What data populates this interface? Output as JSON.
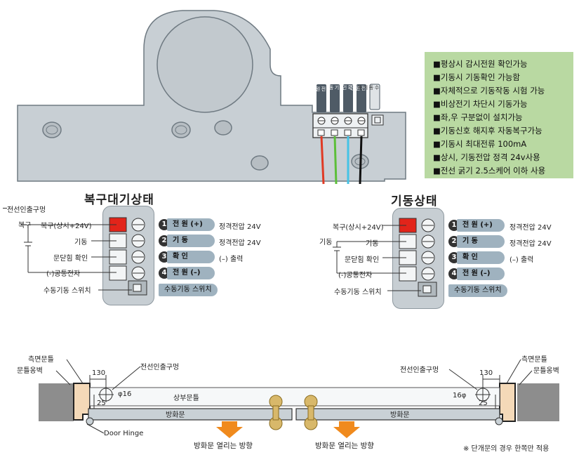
{
  "features": [
    "■평상시 감시전원 확인가능",
    "■기동시 기동확인 가능함",
    "■자체적으로 기동작동 시험 가능",
    "■비상전기 차단시 기동가능",
    "■좌,우 구분없이 설치가능",
    "■기동신호 해지후 자동복구가능",
    "■기동시 최대전류 100mA",
    "■상시, 기동전압 정격 24v사용",
    "■전선 굵기 2.5스케어 이하 사용"
  ],
  "top_connectors": [
    "전원(+)",
    "기동",
    "확인",
    "전원(-)",
    "수동기동"
  ],
  "colors": {
    "feature_bg": "#b9d9a2",
    "panel_bg": "#c7ced3",
    "red": "#e03a24",
    "green": "#5cbf3a",
    "cyan": "#45c3e6",
    "black": "#111111",
    "tag_bg": "#9fb2bf",
    "arrow": "#f08a1d"
  },
  "left_panel": {
    "title": "복구대기상태",
    "hole_label": "전선인출구멍",
    "side_label": "복구",
    "labels": [
      "복구(상시+24V)",
      "기동",
      "문닫힘 확인",
      "(-)공통전자"
    ],
    "switch_label": "수동기동 스위치"
  },
  "right_panel": {
    "title": "기동상태",
    "side_label": "기동",
    "labels": [
      "복구(상시+24V)",
      "기동",
      "문닫힘 확인",
      "(-)공통전자"
    ],
    "switch_label": "수동기동 스위치"
  },
  "terminal_tags": [
    {
      "num": "1",
      "label": "전 원 (+)",
      "note": "정격전압 24V"
    },
    {
      "num": "2",
      "label": "기 동",
      "note": "정격전압 24V"
    },
    {
      "num": "3",
      "label": "확 인",
      "note": "(–) 출력"
    },
    {
      "num": "4",
      "label": "전 원 (–)",
      "note": ""
    }
  ],
  "manual_switch_tag": "수동기동 스위치",
  "bottom": {
    "left_frame": "측면문틀",
    "left_wall": "문틀옹벽",
    "left_hole": "전선인출구멍",
    "dim130_left": "130",
    "dim25_left": "25",
    "phi_left": "φ16",
    "top_frame": "상부문틀",
    "door_left": "방화문",
    "door_right": "방화문",
    "hinge": "Door Hinge",
    "right_hole": "전선인출구멍",
    "dim130_right": "130",
    "dim25_right": "25",
    "phi_right": "16φ",
    "right_frame": "측면문틀",
    "right_wall": "문틀옹벽",
    "open_dir_left": "방화문 열리는 방향",
    "open_dir_right": "방화문 열리는 방향",
    "note": "※ 단개문의 경우 한쪽만 적용"
  }
}
